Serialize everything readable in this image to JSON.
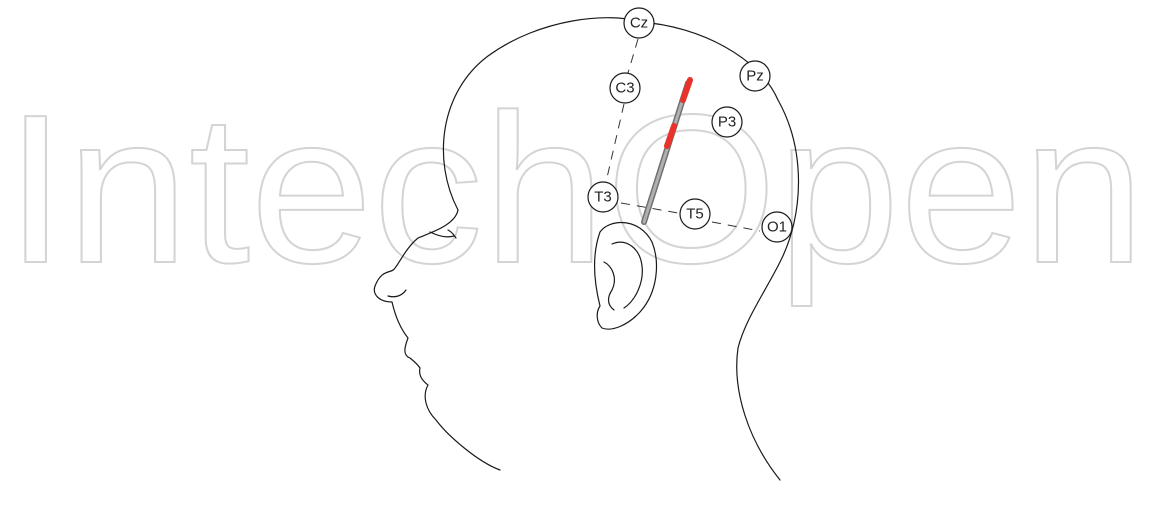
{
  "watermark": {
    "text": "IntechOpen"
  },
  "colors": {
    "outline": "#1a1a1a",
    "dashed_line": "#333333",
    "watermark_stroke": "#d4d4d4",
    "probe_body": "#9a9a9a",
    "probe_contact": "#e8322b",
    "electrode_fill": "#ffffff"
  },
  "electrodes": [
    {
      "id": "cz",
      "label": "Cz"
    },
    {
      "id": "c3",
      "label": "C3"
    },
    {
      "id": "pz",
      "label": "Pz"
    },
    {
      "id": "p3",
      "label": "P3"
    },
    {
      "id": "t3",
      "label": "T3"
    },
    {
      "id": "t5",
      "label": "T5"
    },
    {
      "id": "o1",
      "label": "O1"
    }
  ],
  "figure": {
    "subject": "head-profile-left",
    "probe": "sphenoidal-depth-electrode"
  }
}
